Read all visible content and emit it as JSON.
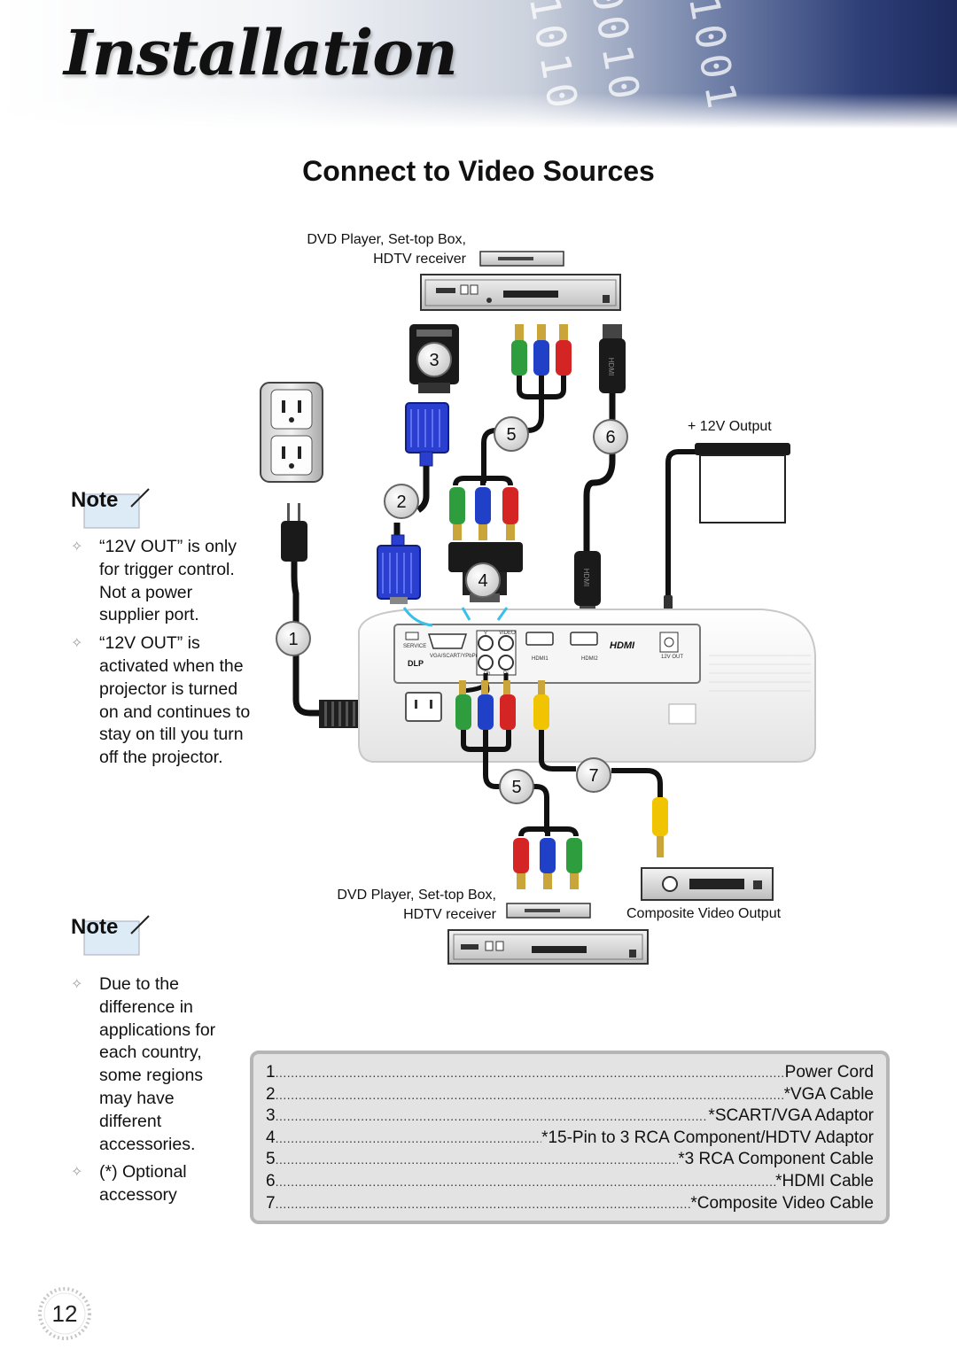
{
  "header": {
    "title": "Installation"
  },
  "page": {
    "section_title": "Connect to Video Sources",
    "page_number": "12"
  },
  "notes": [
    {
      "badge": "Note",
      "items": [
        "“12V OUT” is only for trigger control. Not a power supplier port.",
        "“12V OUT” is activated when the projector is turned on and continues to stay on till you turn off the projector."
      ]
    },
    {
      "badge": "Note",
      "items": [
        "Due to the difference in applications for each country, some regions may have different accessories.",
        "(*) Optional accessory"
      ]
    }
  ],
  "diagram": {
    "source_top_label_1": "DVD Player, Set-top Box,",
    "source_top_label_2": "HDTV receiver",
    "source_bottom_label_1": "DVD Player, Set-top Box,",
    "source_bottom_label_2": "HDTV receiver",
    "twelve_v_label": "+ 12V Output",
    "composite_label": "Composite Video Output",
    "markers": [
      "1",
      "2",
      "3",
      "4",
      "5",
      "6",
      "5",
      "7"
    ],
    "panel_labels": {
      "service": "SERVICE",
      "vga": "VGA/SCART/YPbPr",
      "video": "VIDEO",
      "hdmi1": "HDMI1",
      "hdmi2": "HDMI2",
      "hdmi_logo": "HDMI",
      "out12v": "12V OUT",
      "dlp": "DLP",
      "y": "Y",
      "pb": "Pb",
      "pr": "Pr"
    }
  },
  "legend": {
    "items": [
      {
        "num": "1",
        "text": "Power Cord"
      },
      {
        "num": "2",
        "text": "*VGA Cable"
      },
      {
        "num": "3",
        "text": "*SCART/VGA Adaptor"
      },
      {
        "num": "4",
        "text": "*15-Pin to 3 RCA Component/HDTV Adaptor"
      },
      {
        "num": "5",
        "text": "*3 RCA Component Cable"
      },
      {
        "num": "6",
        "text": "*HDMI Cable"
      },
      {
        "num": "7",
        "text": "*Composite Video Cable"
      }
    ]
  },
  "icons": [
    "outlet-icon",
    "power-plug-icon",
    "vga-connector-icon",
    "scart-adaptor-icon",
    "rca-plug-icon",
    "hdmi-plug-icon",
    "screen-icon",
    "projector-icon",
    "dvd-player-icon",
    "audio-device-icon",
    "pencil-icon"
  ],
  "colors": {
    "rca_green": "#2e9d3e",
    "rca_blue": "#2040c8",
    "rca_red": "#d42424",
    "rca_yellow": "#f0c400",
    "vga_blue": "#2a3fd0",
    "cable": "#111111",
    "legend_bg": "#e3e3e3",
    "legend_border": "#b5b5b5",
    "header_dark": "#1c2a5e"
  }
}
